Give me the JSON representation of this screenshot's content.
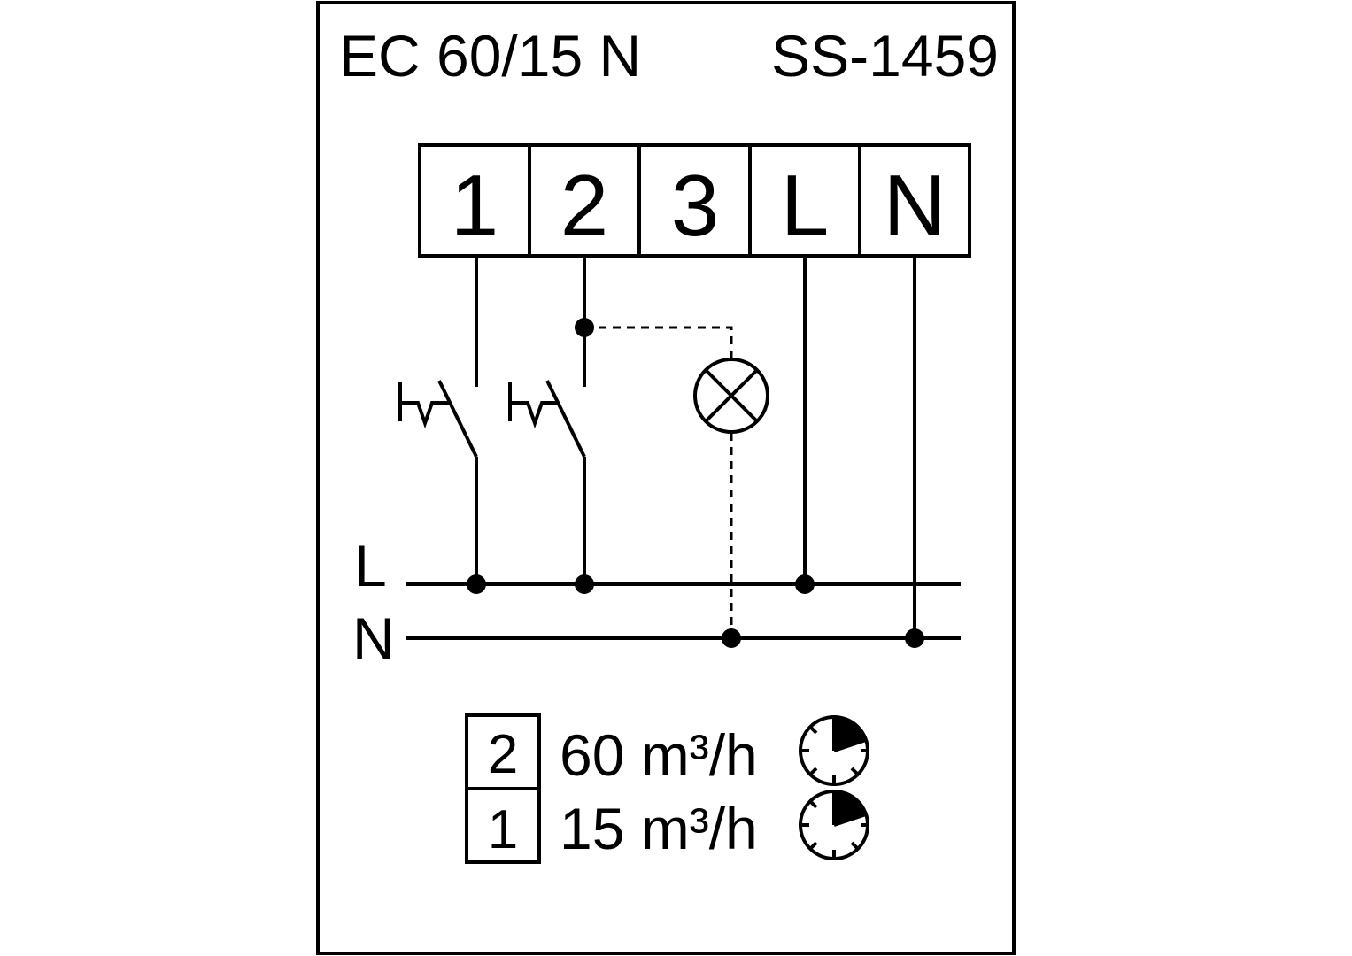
{
  "header": {
    "model": "EC 60/15 N",
    "code": "SS-1459"
  },
  "terminals": [
    {
      "label": "1"
    },
    {
      "label": "2"
    },
    {
      "label": "3"
    },
    {
      "label": "L"
    },
    {
      "label": "N"
    }
  ],
  "bus": {
    "line_label": "L",
    "neutral_label": "N"
  },
  "legend": [
    {
      "number": "2",
      "flow": "60 m³/h",
      "timer_fraction": 0.25
    },
    {
      "number": "1",
      "flow": "15 m³/h",
      "timer_fraction": 0.25
    }
  ],
  "colors": {
    "stroke": "#000000",
    "background": "#ffffff"
  },
  "icons": [
    "switch-icon",
    "lamp-icon",
    "timer-icon"
  ]
}
